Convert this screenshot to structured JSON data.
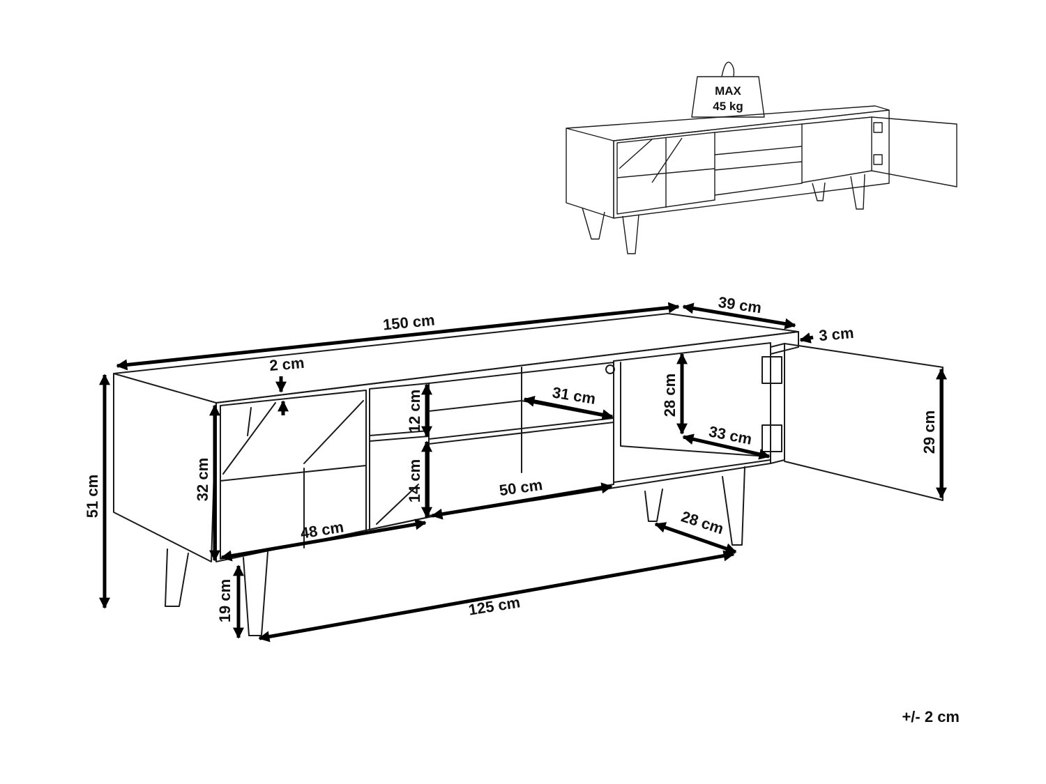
{
  "weight_badge": {
    "line1": "MAX",
    "line2": "45 kg"
  },
  "dimensions": {
    "total_width": "150 cm",
    "depth": "39 cm",
    "door_thickness": "3 cm",
    "top_thickness": "2 cm",
    "total_height": "51 cm",
    "inner_height_left": "32 cm",
    "drawer_height": "12 cm",
    "lower_shelf_height": "14 cm",
    "shelf_depth": "31 cm",
    "inner_height_right": "28 cm",
    "right_compartment_depth": "33 cm",
    "door_height": "29 cm",
    "middle_width": "50 cm",
    "left_door_width": "48 cm",
    "leg_depth_spacing": "28 cm",
    "leg_width_spacing": "125 cm",
    "leg_height": "19 cm"
  },
  "tolerance": "+/- 2 cm"
}
